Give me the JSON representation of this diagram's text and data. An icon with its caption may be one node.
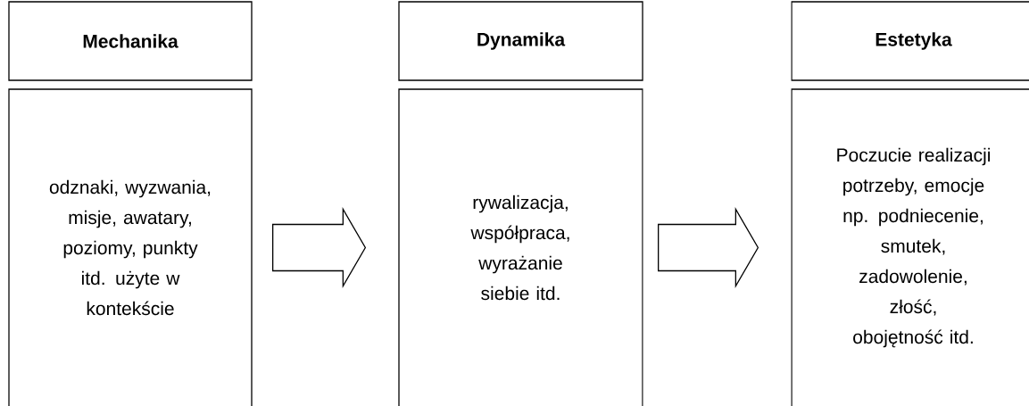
{
  "diagram": {
    "nodes": [
      {
        "text": [
          "Mechanika"
        ]
      },
      {
        "text": [
          "Dynamika"
        ]
      },
      {
        "text": [
          "Estetyka"
        ]
      },
      {
        "text": [
          "odznaki, wyzwania, misje, awatary, poziomy, punkty itd. użyte w kontekście"
        ]
      },
      {
        "text": [
          "rywalizacja, współpraca, wyrażanie siebie itd."
        ]
      },
      {
        "text": [
          "Poczucie realizacji potrzeby, emocje np. podniecenie, smutek, zadowolenie, złość, obojętność itd."
        ]
      }
    ],
    "edges": [
      {
        "from": 3,
        "to": 4,
        "arrow": "to"
      },
      {
        "from": 4,
        "to": 5,
        "arrow": "to"
      }
    ]
  }
}
